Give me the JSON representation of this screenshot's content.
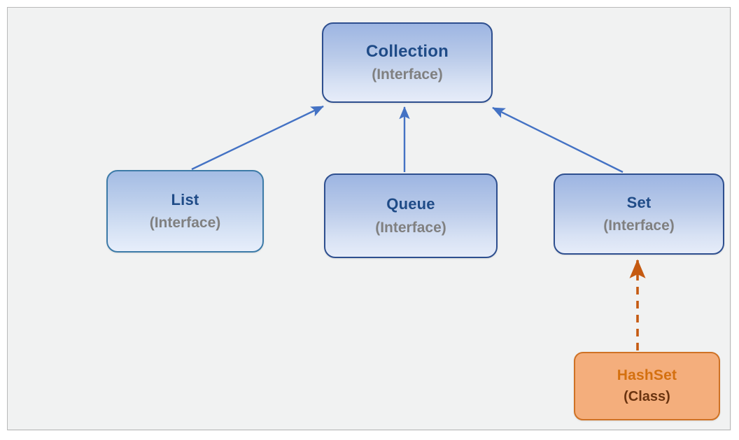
{
  "diagram": {
    "kind": "class-hierarchy-diagram",
    "canvas": {
      "background_color": "#F1F2F2",
      "border_color": "#B9B9B9"
    },
    "nodes": [
      {
        "id": "collection",
        "title": "Collection",
        "subtitle": "(Interface)",
        "stereotype": "Interface",
        "title_color": "#1F4B87",
        "subtitle_color": "#808080",
        "border_color": "#2E4F8F",
        "fill_color": "#B9CAE9"
      },
      {
        "id": "list",
        "title": "List",
        "subtitle": "(Interface)",
        "stereotype": "Interface",
        "title_color": "#1F4B87",
        "subtitle_color": "#808080",
        "border_color": "#3D7BA8",
        "fill_color": "#BED0EC"
      },
      {
        "id": "queue",
        "title": "Queue",
        "subtitle": "(Interface)",
        "stereotype": "Interface",
        "title_color": "#1F4B87",
        "subtitle_color": "#808080",
        "border_color": "#2E4F8F",
        "fill_color": "#B9CAE9"
      },
      {
        "id": "set",
        "title": "Set",
        "subtitle": "(Interface)",
        "stereotype": "Interface",
        "title_color": "#1F4B87",
        "subtitle_color": "#808080",
        "border_color": "#2E4F8F",
        "fill_color": "#B9CAE9"
      },
      {
        "id": "hashset",
        "title": "HashSet",
        "subtitle": "(Class)",
        "stereotype": "Class",
        "title_color": "#D4700F",
        "subtitle_color": "#6B3410",
        "border_color": "#CF7225",
        "fill_color": "#F4AE7C"
      }
    ],
    "connectors": [
      {
        "id": "list-to-collection",
        "from": "list",
        "to": "collection",
        "style": "solid",
        "arrowhead": "filled-triangle",
        "color": "#4472C4"
      },
      {
        "id": "queue-to-collection",
        "from": "queue",
        "to": "collection",
        "style": "solid",
        "arrowhead": "filled-triangle",
        "color": "#4472C4"
      },
      {
        "id": "set-to-collection",
        "from": "set",
        "to": "collection",
        "style": "solid",
        "arrowhead": "filled-triangle",
        "color": "#4472C4"
      },
      {
        "id": "hashset-to-set",
        "from": "hashset",
        "to": "set",
        "style": "dashed",
        "arrowhead": "filled-triangle",
        "color": "#C55A11"
      }
    ]
  }
}
